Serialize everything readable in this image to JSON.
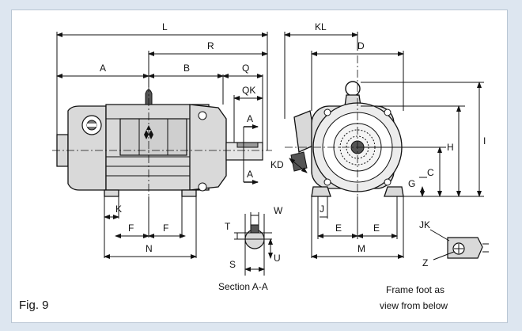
{
  "figure": {
    "label": "Fig. 9",
    "section_caption": "Section A-A",
    "foot_caption_line1": "Frame foot as",
    "foot_caption_line2": "view from below"
  },
  "dimensions": {
    "L": "L",
    "A": "A",
    "R": "R",
    "B": "B",
    "Q": "Q",
    "QK": "QK",
    "A_top": "A",
    "A_bottom": "A",
    "KD": "KD",
    "K": "K",
    "F_left": "F",
    "F_right": "F",
    "N": "N",
    "T": "T",
    "W": "W",
    "S": "S",
    "U": "U",
    "KL": "KL",
    "D": "D",
    "I": "I",
    "H": "H",
    "C": "C",
    "G": "G",
    "J": "J",
    "E_left": "E",
    "E_right": "E",
    "M": "M",
    "JK": "JK",
    "Z": "Z"
  },
  "colors": {
    "background": "#dde6f0",
    "panel": "#ffffff",
    "motor_body": "#d9d9d9",
    "line": "#111111"
  },
  "icons": [
    "fan-hood-icon",
    "mitsubishi-logo-icon",
    "motor-shaft-icon",
    "frame-foot-icon"
  ]
}
